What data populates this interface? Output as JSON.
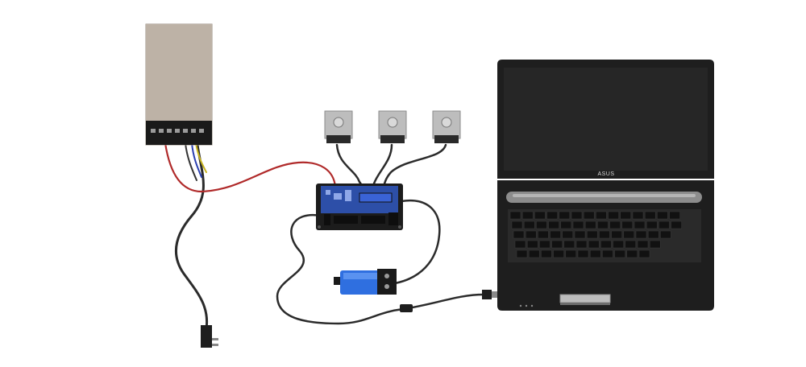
{
  "laptop": {
    "brand": "ASUS"
  },
  "colors": {
    "cable": "#2b2b2b",
    "power_red": "#b02a2a",
    "power_blue": "#2a3fb0",
    "power_yellow": "#c8b420",
    "psu_body": "#b3a79a",
    "controller": "#2d4fa8",
    "pendant": "#2f6fe0",
    "laptop_body": "#1e1e1e"
  },
  "icons": [
    "power-supply",
    "stepper-motor",
    "controller-board",
    "usb-connector",
    "laptop",
    "ac-plug"
  ]
}
